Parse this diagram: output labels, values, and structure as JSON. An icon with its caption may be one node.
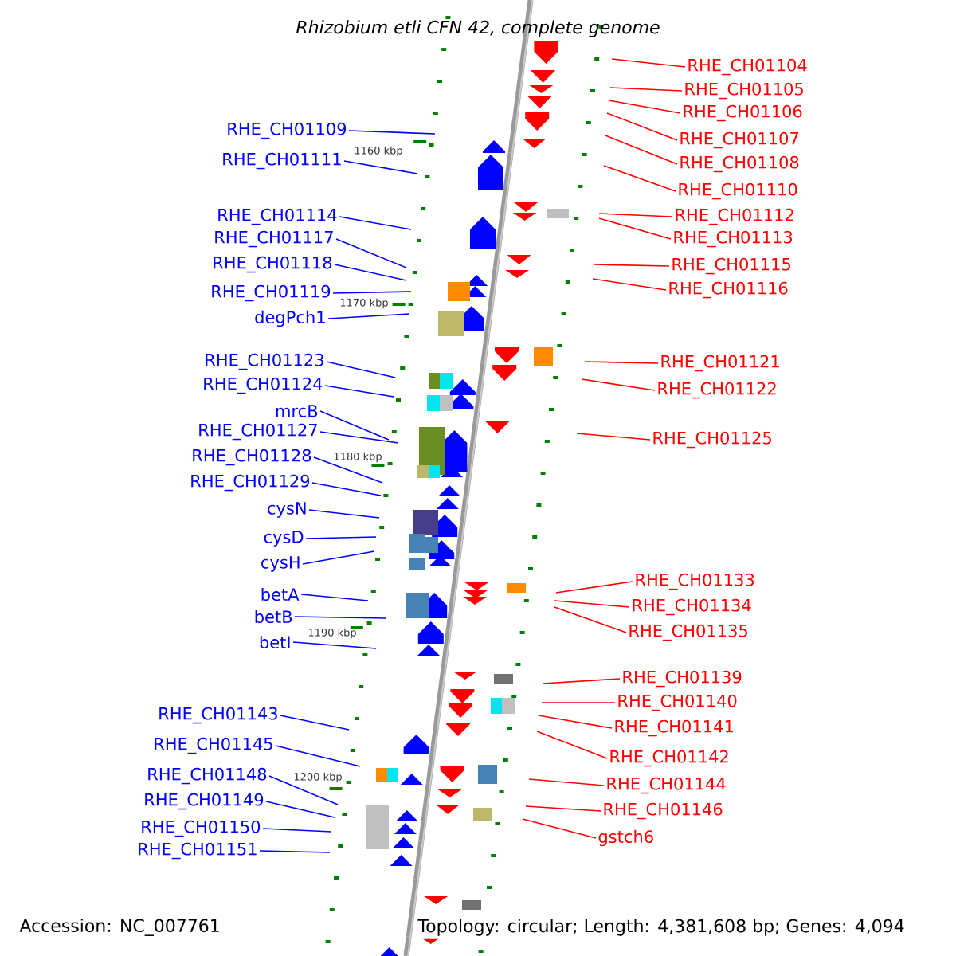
{
  "diagram": {
    "title": "Rhizobium etli CFN 42, complete genome",
    "nodes": [
      {
        "text": [
          "RHE_CH01109"
        ]
      },
      {
        "text": [
          "RHE_CH01111"
        ]
      },
      {
        "text": [
          "RHE_CH01114"
        ]
      },
      {
        "text": [
          "RHE_CH01117"
        ]
      },
      {
        "text": [
          "RHE_CH01118"
        ]
      },
      {
        "text": [
          "RHE_CH01119"
        ]
      },
      {
        "text": [
          "degPch1"
        ]
      },
      {
        "text": [
          "RHE_CH01123"
        ]
      },
      {
        "text": [
          "RHE_CH01124"
        ]
      },
      {
        "text": [
          "mrcB"
        ]
      },
      {
        "text": [
          "RHE_CH01127"
        ]
      },
      {
        "text": [
          "RHE_CH01128"
        ]
      },
      {
        "text": [
          "RHE_CH01129"
        ]
      },
      {
        "text": [
          "cysN"
        ]
      },
      {
        "text": [
          "cysD"
        ]
      },
      {
        "text": [
          "cysH"
        ]
      },
      {
        "text": [
          "betA"
        ]
      },
      {
        "text": [
          "betB"
        ]
      },
      {
        "text": [
          "betI"
        ]
      },
      {
        "text": [
          "RHE_CH01143"
        ]
      },
      {
        "text": [
          "RHE_CH01145"
        ]
      },
      {
        "text": [
          "RHE_CH01148"
        ]
      },
      {
        "text": [
          "RHE_CH01149"
        ]
      },
      {
        "text": [
          "RHE_CH01150"
        ]
      },
      {
        "text": [
          "RHE_CH01151"
        ]
      },
      {
        "text": [
          "RHE_CH01104"
        ]
      },
      {
        "text": [
          "RHE_CH01105"
        ]
      },
      {
        "text": [
          "RHE_CH01106"
        ]
      },
      {
        "text": [
          "RHE_CH01107"
        ]
      },
      {
        "text": [
          "RHE_CH01108"
        ]
      },
      {
        "text": [
          "RHE_CH01110"
        ]
      },
      {
        "text": [
          "RHE_CH01112"
        ]
      },
      {
        "text": [
          "RHE_CH01113"
        ]
      },
      {
        "text": [
          "RHE_CH01115"
        ]
      },
      {
        "text": [
          "RHE_CH01116"
        ]
      },
      {
        "text": [
          "RHE_CH01121"
        ]
      },
      {
        "text": [
          "RHE_CH01122"
        ]
      },
      {
        "text": [
          "RHE_CH01125"
        ]
      },
      {
        "text": [
          "RHE_CH01133"
        ]
      },
      {
        "text": [
          "RHE_CH01134"
        ]
      },
      {
        "text": [
          "RHE_CH01135"
        ]
      },
      {
        "text": [
          "RHE_CH01139"
        ]
      },
      {
        "text": [
          "RHE_CH01140"
        ]
      },
      {
        "text": [
          "RHE_CH01141"
        ]
      },
      {
        "text": [
          "RHE_CH01142"
        ]
      },
      {
        "text": [
          "RHE_CH01144"
        ]
      },
      {
        "text": [
          "RHE_CH01146"
        ]
      },
      {
        "text": [
          "gstch6"
        ]
      }
    ],
    "edges": [
      {
        "from": 0,
        "to": null,
        "arrow": "none"
      },
      {
        "from": 1,
        "to": null,
        "arrow": "none"
      },
      {
        "from": 2,
        "to": null,
        "arrow": "none"
      },
      {
        "from": 3,
        "to": null,
        "arrow": "none"
      },
      {
        "from": 4,
        "to": null,
        "arrow": "none"
      },
      {
        "from": 5,
        "to": null,
        "arrow": "none"
      },
      {
        "from": 6,
        "to": null,
        "arrow": "none"
      },
      {
        "from": 7,
        "to": null,
        "arrow": "none"
      },
      {
        "from": 8,
        "to": null,
        "arrow": "none"
      },
      {
        "from": 9,
        "to": null,
        "arrow": "none"
      },
      {
        "from": 10,
        "to": null,
        "arrow": "none"
      },
      {
        "from": 11,
        "to": null,
        "arrow": "none"
      },
      {
        "from": 12,
        "to": null,
        "arrow": "none"
      },
      {
        "from": 13,
        "to": null,
        "arrow": "none"
      },
      {
        "from": 14,
        "to": null,
        "arrow": "none"
      },
      {
        "from": 15,
        "to": null,
        "arrow": "none"
      },
      {
        "from": 16,
        "to": null,
        "arrow": "none"
      },
      {
        "from": 17,
        "to": null,
        "arrow": "none"
      },
      {
        "from": 18,
        "to": null,
        "arrow": "none"
      },
      {
        "from": 19,
        "to": null,
        "arrow": "none"
      },
      {
        "from": 20,
        "to": null,
        "arrow": "none"
      },
      {
        "from": 21,
        "to": null,
        "arrow": "none"
      },
      {
        "from": 22,
        "to": null,
        "arrow": "none"
      },
      {
        "from": 23,
        "to": null,
        "arrow": "none"
      },
      {
        "from": 24,
        "to": null,
        "arrow": "none"
      },
      {
        "from": 25,
        "to": null,
        "arrow": "none",
        "color": "#ff0000"
      },
      {
        "from": 26,
        "to": null,
        "arrow": "none",
        "color": "#ff0000"
      },
      {
        "from": 27,
        "to": null,
        "arrow": "none",
        "color": "#ff0000"
      },
      {
        "from": 28,
        "to": null,
        "arrow": "none",
        "color": "#ff0000"
      },
      {
        "from": 29,
        "to": null,
        "arrow": "none",
        "color": "#ff0000"
      },
      {
        "from": 30,
        "to": null,
        "arrow": "none",
        "color": "#ff0000"
      },
      {
        "from": 31,
        "to": null,
        "arrow": "none",
        "color": "#ff0000"
      },
      {
        "from": 32,
        "to": null,
        "arrow": "none",
        "color": "#ff0000"
      },
      {
        "from": 33,
        "to": null,
        "arrow": "none",
        "color": "#ff0000"
      },
      {
        "from": 34,
        "to": null,
        "arrow": "none",
        "color": "#ff0000"
      },
      {
        "from": 35,
        "to": null,
        "arrow": "none",
        "color": "#ff0000"
      },
      {
        "from": 36,
        "to": null,
        "arrow": "none",
        "color": "#ff0000"
      },
      {
        "from": 37,
        "to": null,
        "arrow": "none",
        "color": "#ff0000"
      },
      {
        "from": 38,
        "to": null,
        "arrow": "none",
        "color": "#ff0000"
      },
      {
        "from": 39,
        "to": null,
        "arrow": "none",
        "color": "#ff0000"
      },
      {
        "from": 40,
        "to": null,
        "arrow": "none",
        "color": "#ff0000"
      },
      {
        "from": 41,
        "to": null,
        "arrow": "none",
        "color": "#ff0000"
      },
      {
        "from": 42,
        "to": null,
        "arrow": "none",
        "color": "#ff0000"
      },
      {
        "from": 43,
        "to": null,
        "arrow": "none",
        "color": "#ff0000"
      },
      {
        "from": 44,
        "to": null,
        "arrow": "none",
        "color": "#ff0000"
      },
      {
        "from": 45,
        "to": null,
        "arrow": "none",
        "color": "#ff0000"
      },
      {
        "from": 46,
        "to": null,
        "arrow": "none",
        "color": "#ff0000"
      },
      {
        "from": 47,
        "to": null,
        "arrow": "none",
        "color": "#ff0000"
      }
    ],
    "labels": [
      "1160 kbp",
      "1170 kbp",
      "1180 kbp",
      "1190 kbp",
      "1200 kbp",
      "Accession: NC_007761",
      "Topology: circular; Length: 4,381,608 bp; Genes: 4,094"
    ]
  }
}
